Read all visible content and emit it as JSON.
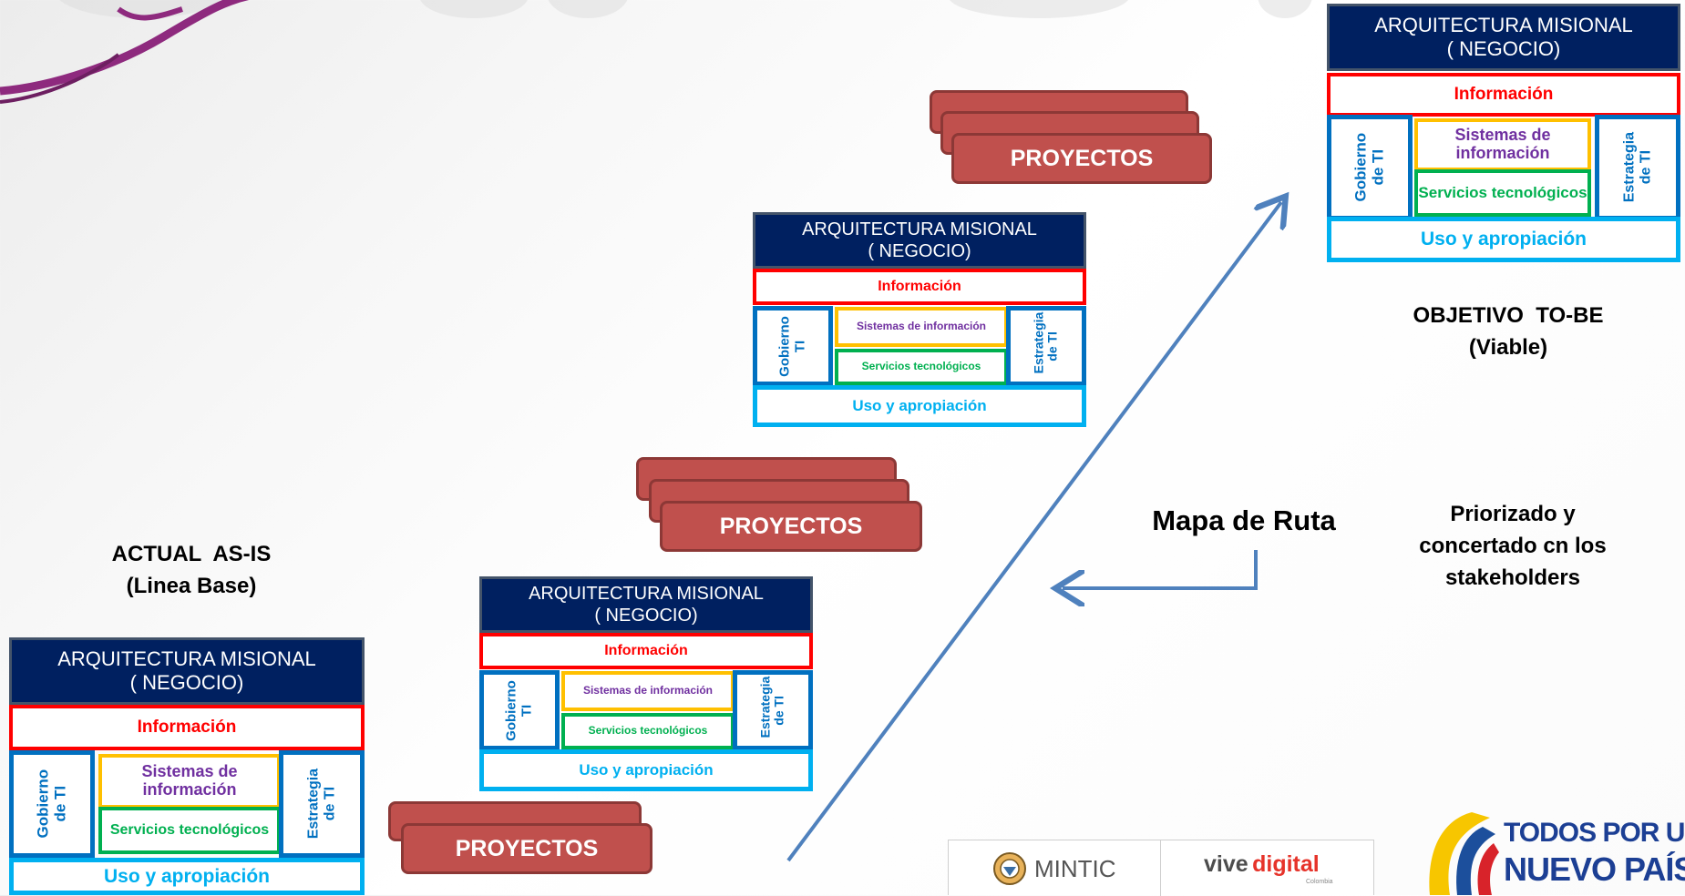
{
  "top_right_block": {
    "header_line1": "ARQUITECTURA MISIONAL",
    "header_line2": "( NEGOCIO)",
    "informacion": "Información",
    "gobierno": "Gobierno de TI",
    "sistemas": "Sistemas de información",
    "servicios": "Servicios tecnológicos",
    "estrategia": "Estrategia de TI",
    "uso": "Uso y apropiación"
  },
  "middle_upper_block": {
    "header_line1": "ARQUITECTURA MISIONAL",
    "header_line2": "( NEGOCIO)",
    "informacion": "Información",
    "gobierno": "Gobierno TI",
    "sistemas": "Sistemas de información",
    "servicios": "Servicios tecnológicos",
    "estrategia": "Estrategia de TI",
    "uso": "Uso y apropiación"
  },
  "middle_lower_block": {
    "header_line1": "ARQUITECTURA MISIONAL",
    "header_line2": "( NEGOCIO)",
    "informacion": "Información",
    "gobierno": "Gobierno TI",
    "sistemas": "Sistemas de información",
    "servicios": "Servicios tecnológicos",
    "estrategia": "Estrategia de TI",
    "uso": "Uso y apropiación"
  },
  "bottom_left_block": {
    "header_line1": "ARQUITECTURA MISIONAL",
    "header_line2": "( NEGOCIO)",
    "informacion": "Información",
    "gobierno": "Gobierno de TI",
    "sistemas": "Sistemas de información",
    "servicios": "Servicios tecnológicos",
    "estrategia": "Estrategia de TI",
    "uso": "Uso y apropiación"
  },
  "projects": {
    "top": "PROYECTOS",
    "middle": "PROYECTOS",
    "bottom": "PROYECTOS"
  },
  "labels": {
    "objetivo_line1": "OBJETIVO  TO-BE",
    "objetivo_line2": "(Viable)",
    "actual_line1": "ACTUAL  AS-IS",
    "actual_line2": "(Linea Base)",
    "mapa": "Mapa de Ruta",
    "priorizado_line1": "Priorizado y",
    "priorizado_line2": "concertado cn los",
    "priorizado_line3": "stakeholders"
  },
  "logos": {
    "mintic": "MINTIC",
    "vive_main": "vive",
    "vive_accent": "digital",
    "vive_sub": "Colombia",
    "todos_line1": "TODOS POR UN",
    "todos_line2": "NUEVO PAÍS"
  },
  "colors": {
    "navy": "#002060",
    "red": "#ff0000",
    "blue": "#0070c0",
    "purple": "#7030a0",
    "green": "#00b050",
    "cyan": "#00b0f0",
    "yellow": "#ffc000",
    "project": "#c0504d",
    "arrow": "#4f81bd"
  }
}
